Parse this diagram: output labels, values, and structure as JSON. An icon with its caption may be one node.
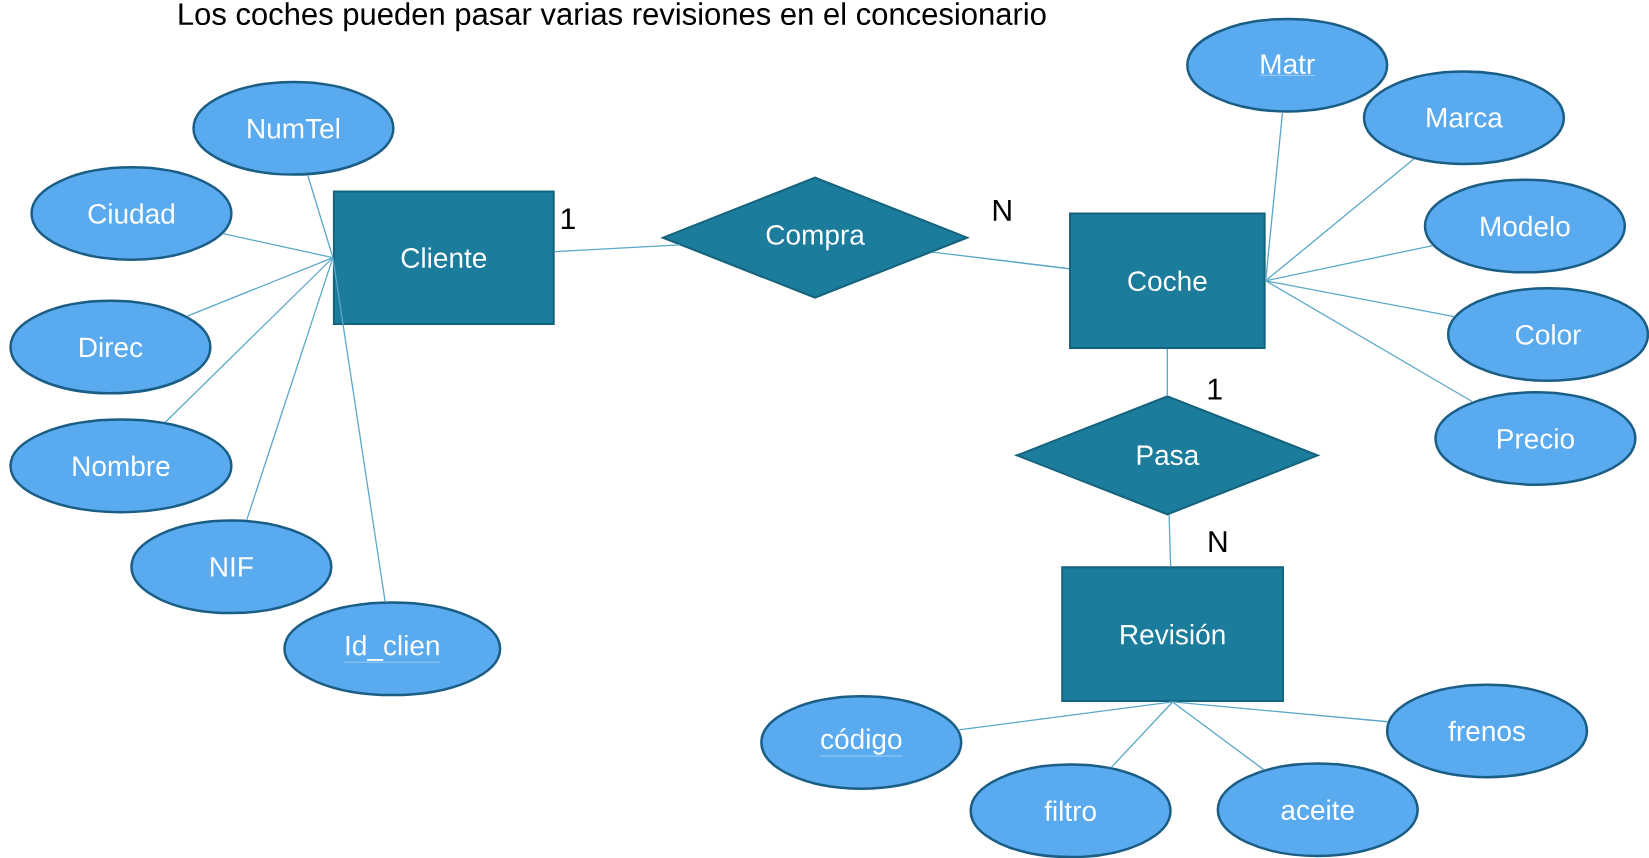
{
  "diagram": {
    "title": "Los coches pueden pasar varias revisiones en el concesionario",
    "nodes": [
      {
        "text": [
          "Cliente"
        ]
      },
      {
        "text": [
          "Compra"
        ]
      },
      {
        "text": [
          "Coche"
        ]
      },
      {
        "text": [
          "Pasa"
        ]
      },
      {
        "text": [
          "Revisión"
        ]
      },
      {
        "text": [
          "NumTel"
        ]
      },
      {
        "text": [
          "Ciudad"
        ]
      },
      {
        "text": [
          "Direc"
        ]
      },
      {
        "text": [
          "Nombre"
        ]
      },
      {
        "text": [
          "NIF"
        ]
      },
      {
        "text": [
          "Id_clien"
        ]
      },
      {
        "text": [
          "Matr"
        ]
      },
      {
        "text": [
          "Marca"
        ]
      },
      {
        "text": [
          "Modelo"
        ]
      },
      {
        "text": [
          "Color"
        ]
      },
      {
        "text": [
          "Precio"
        ]
      },
      {
        "text": [
          "código"
        ]
      },
      {
        "text": [
          "filtro"
        ]
      },
      {
        "text": [
          "aceite"
        ]
      },
      {
        "text": [
          "frenos"
        ]
      }
    ],
    "edges": [
      {
        "from": 0,
        "to": 1,
        "arrow": "none",
        "label": "1"
      },
      {
        "from": 1,
        "to": 2,
        "arrow": "none",
        "label": "N"
      },
      {
        "from": 2,
        "to": 3,
        "arrow": "none",
        "label": "1"
      },
      {
        "from": 3,
        "to": 4,
        "arrow": "none",
        "label": "N"
      },
      {
        "from": 5,
        "to": 0,
        "arrow": "none"
      },
      {
        "from": 6,
        "to": 0,
        "arrow": "none"
      },
      {
        "from": 7,
        "to": 0,
        "arrow": "none"
      },
      {
        "from": 8,
        "to": 0,
        "arrow": "none"
      },
      {
        "from": 9,
        "to": 0,
        "arrow": "none"
      },
      {
        "from": 10,
        "to": 0,
        "arrow": "none"
      },
      {
        "from": 11,
        "to": 2,
        "arrow": "none"
      },
      {
        "from": 12,
        "to": 2,
        "arrow": "none"
      },
      {
        "from": 13,
        "to": 2,
        "arrow": "none"
      },
      {
        "from": 14,
        "to": 2,
        "arrow": "none"
      },
      {
        "from": 15,
        "to": 2,
        "arrow": "none"
      },
      {
        "from": 16,
        "to": 4,
        "arrow": "none"
      },
      {
        "from": 17,
        "to": 4,
        "arrow": "none"
      },
      {
        "from": 18,
        "to": 4,
        "arrow": "none"
      },
      {
        "from": 19,
        "to": 4,
        "arrow": "none"
      }
    ]
  }
}
